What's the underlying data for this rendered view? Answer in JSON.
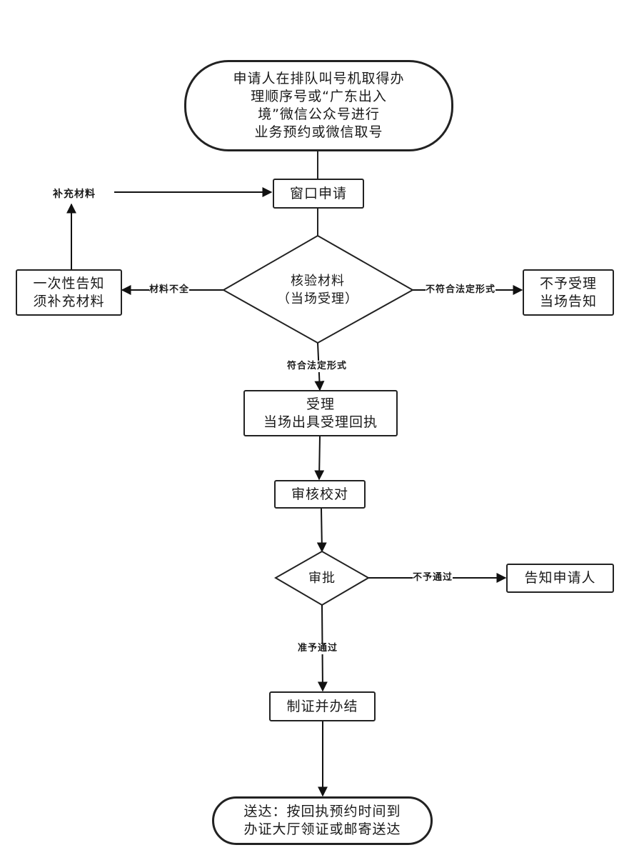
{
  "nodes": {
    "start": [
      "申请人在排队叫号机取得办",
      "理顺序号或“广东出入",
      "境”微信公众号进行",
      "业务预约或微信取号"
    ],
    "window_apply": "窗口申请",
    "verify": [
      "核验材料",
      "（当场受理）"
    ],
    "notify_supplement": [
      "一次性告知",
      "须补充材料"
    ],
    "reject_on_spot": [
      "不予受理",
      "当场告知"
    ],
    "accept": [
      "受理",
      "当场出具受理回执"
    ],
    "review": "审核校对",
    "approve": "审批",
    "notify_applicant": "告知申请人",
    "issue": "制证并办结",
    "deliver": [
      "送达：按回执预约时间到",
      "办证大厅领证或邮寄送达"
    ]
  },
  "labels": {
    "supplement_materials": "补充材料",
    "materials_incomplete": "材料不全",
    "not_conform": "不符合法定形式",
    "conform": "符合法定形式",
    "not_approved": "不予通过",
    "approved": "准予通过"
  }
}
